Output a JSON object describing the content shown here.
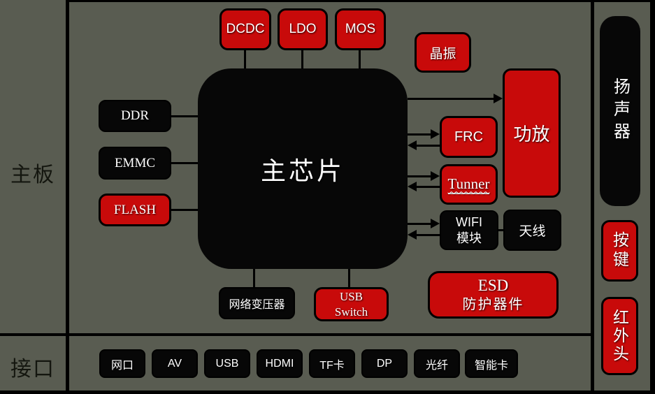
{
  "colors": {
    "background": "#595c51",
    "box_red": "#c80a0a",
    "box_black": "#070707",
    "text_white": "#ffffff",
    "text_section": "#14160f",
    "connector": "#000000"
  },
  "sections": {
    "board_label": "主板",
    "interface_label": "接口"
  },
  "chip": {
    "label": "主芯片"
  },
  "power_boxes": [
    {
      "label": "DCDC"
    },
    {
      "label": "LDO"
    },
    {
      "label": "MOS"
    }
  ],
  "crystal": {
    "label": "晶振"
  },
  "memory_boxes": [
    {
      "label": "DDR"
    },
    {
      "label": "EMMC"
    },
    {
      "label": "FLASH"
    }
  ],
  "amp": {
    "label": "功放"
  },
  "frc": {
    "label": "FRC"
  },
  "tuner": {
    "label": "Tunner"
  },
  "wifi": {
    "line1": "WIFI",
    "line2": "模块"
  },
  "antenna": {
    "label": "天线"
  },
  "transformer": {
    "label": "网络变压器"
  },
  "usb_switch": {
    "line1": "USB",
    "line2": "Switch"
  },
  "esd": {
    "line1": "ESD",
    "line2": "防护器件"
  },
  "right_column": {
    "speaker": "扬声器",
    "button": "按键",
    "ir": "红外头"
  },
  "ports": [
    {
      "label": "网口"
    },
    {
      "label": "AV"
    },
    {
      "label": "USB"
    },
    {
      "label": "HDMI"
    },
    {
      "label": "TF卡"
    },
    {
      "label": "DP"
    },
    {
      "label": "光纤"
    },
    {
      "label": "智能卡"
    }
  ]
}
